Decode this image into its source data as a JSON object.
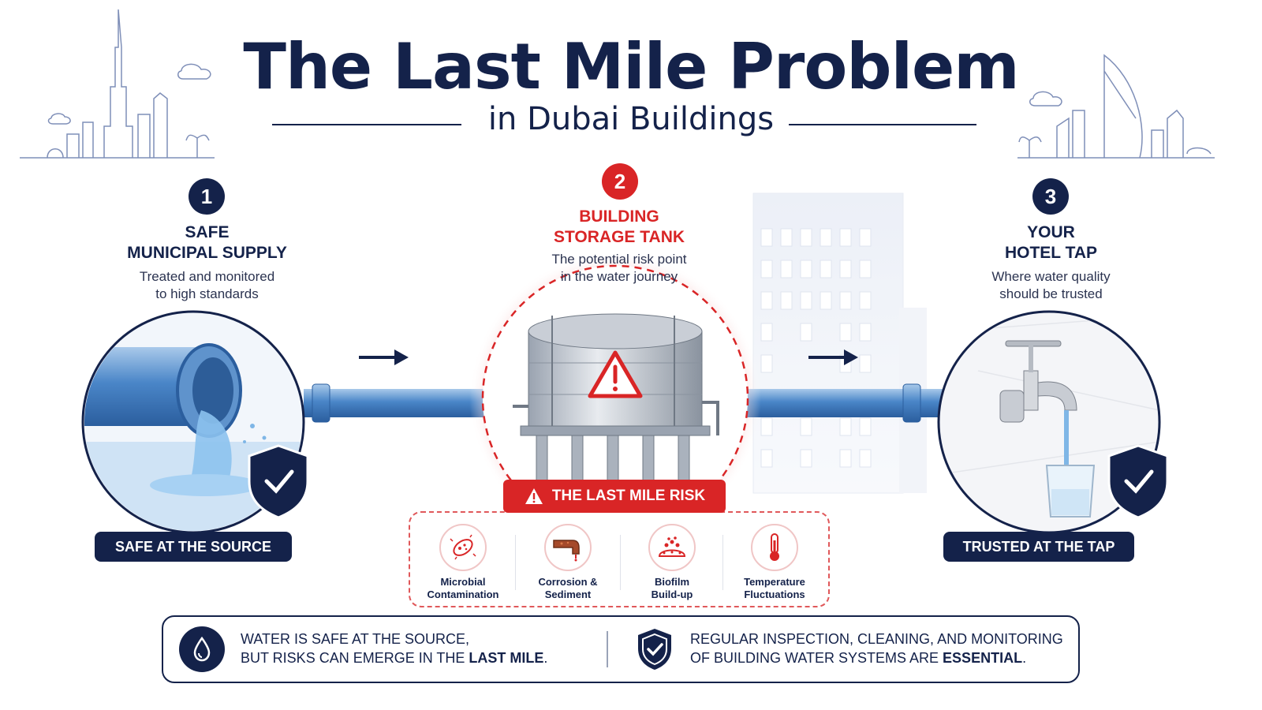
{
  "header": {
    "title": "The Last Mile Problem",
    "subtitle": "in Dubai Buildings"
  },
  "steps": [
    {
      "number": "1",
      "title_line1": "SAFE",
      "title_line2": "MUNICIPAL SUPPLY",
      "desc_line1": "Treated and monitored",
      "desc_line2": "to high standards",
      "badge": "SAFE AT THE SOURCE"
    },
    {
      "number": "2",
      "title_line1": "BUILDING",
      "title_line2": "STORAGE TANK",
      "desc_line1": "The potential risk point",
      "desc_line2": "in the water journey",
      "badge": "THE LAST MILE RISK"
    },
    {
      "number": "3",
      "title_line1": "YOUR",
      "title_line2": "HOTEL TAP",
      "desc_line1": "Where water quality",
      "desc_line2": "should be trusted",
      "badge": "TRUSTED AT THE TAP"
    }
  ],
  "risks": [
    {
      "line1": "Microbial",
      "line2": "Contamination",
      "icon": "microbe-icon"
    },
    {
      "line1": "Corrosion &",
      "line2": "Sediment",
      "icon": "corroded-pipe-icon"
    },
    {
      "line1": "Biofilm",
      "line2": "Build-up",
      "icon": "biofilm-icon"
    },
    {
      "line1": "Temperature",
      "line2": "Fluctuations",
      "icon": "thermometer-icon"
    }
  ],
  "footer": {
    "left_line1": "WATER IS SAFE AT THE SOURCE,",
    "left_line2_pre": "BUT RISKS CAN EMERGE IN THE ",
    "left_line2_bold": "LAST MILE",
    "left_line2_post": ".",
    "right_line1": "REGULAR INSPECTION, CLEANING, AND MONITORING",
    "right_line2_pre": "OF BUILDING WATER SYSTEMS ARE ",
    "right_line2_bold": "ESSENTIAL",
    "right_line2_post": "."
  },
  "colors": {
    "navy": "#14224a",
    "red": "#d92526",
    "pipe_blue": "#4a86c8",
    "water_blue": "#7fb6e6"
  }
}
